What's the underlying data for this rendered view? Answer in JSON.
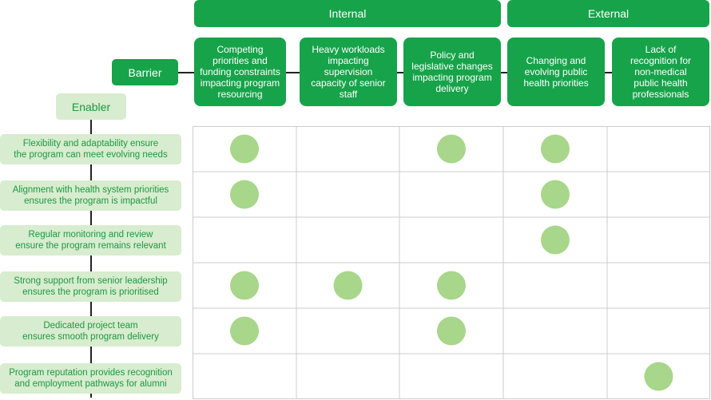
{
  "groups": {
    "internal": "Internal",
    "external": "External"
  },
  "barrier_label": "Barrier",
  "enabler_label": "Enabler",
  "barriers": [
    [
      "Competing",
      "priorities and",
      "funding constraints",
      "impacting program",
      "resourcing"
    ],
    [
      "Heavy workloads",
      "impacting supervision",
      "capacity of senior staff"
    ],
    [
      "Policy and",
      "legislative changes",
      "impacting program",
      "delivery"
    ],
    [
      "Changing and",
      "evolving public",
      "health priorities"
    ],
    [
      "Lack of",
      "recognition for",
      "non-medical",
      "public health",
      "professionals"
    ]
  ],
  "enablers": [
    [
      "Flexibility and adaptability ensure",
      "the program can meet evolving needs"
    ],
    [
      "Alignment with health system priorities",
      "ensures the program is impactful"
    ],
    [
      "Regular monitoring and review",
      "ensure the program remains relevant"
    ],
    [
      "Strong support from senior leadership",
      "ensures the program is prioritised"
    ],
    [
      "Dedicated project team",
      "ensures smooth program delivery"
    ],
    [
      "Program reputation provides recognition",
      "and employment pathways for alumni"
    ]
  ],
  "matrix": [
    [
      1,
      0,
      1,
      1,
      0
    ],
    [
      1,
      0,
      0,
      1,
      0
    ],
    [
      0,
      0,
      0,
      1,
      0
    ],
    [
      1,
      1,
      1,
      0,
      0
    ],
    [
      1,
      0,
      1,
      0,
      0
    ],
    [
      0,
      0,
      0,
      0,
      1
    ]
  ],
  "colors": {
    "barrier_green": "#17a34a",
    "enabler_fill": "#d8eccf",
    "enabler_text": "#1a9a42",
    "dot": "#a8d68a",
    "grid": "#cccccc"
  }
}
